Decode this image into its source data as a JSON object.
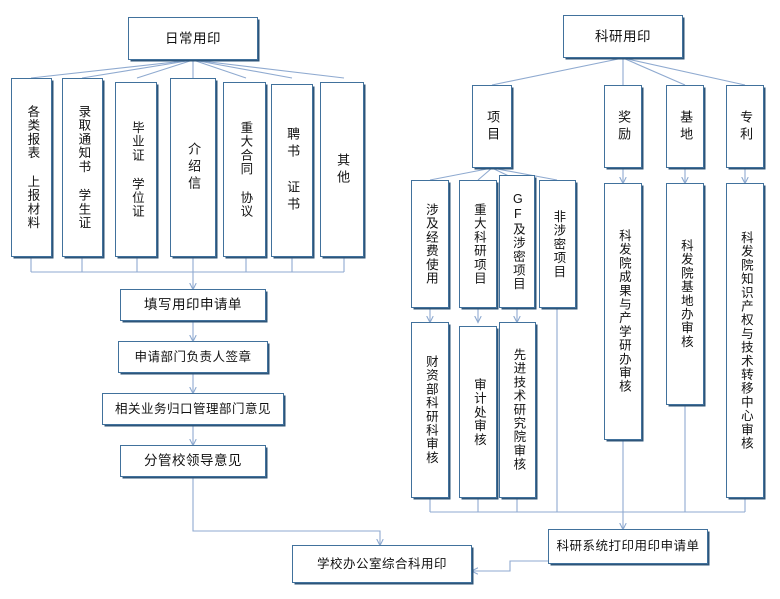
{
  "diagram": {
    "title_left": "日常用印",
    "title_right": "科研用印",
    "accent_color": "#41719c",
    "shadow_color": "#2e5579",
    "line_color": "#8faad0",
    "background": "#ffffff"
  },
  "left_branch": {
    "root": "日常用印",
    "categories": [
      "各类报表  上报材料",
      "录取通知书  学生证",
      "毕业证  学位证",
      "介绍信",
      "重大合同  协议",
      "聘书  证书",
      "其他"
    ],
    "steps": [
      "填写用印申请单",
      "申请部门负责人签章",
      "相关业务归口管理部门意见",
      "分管校领导意见"
    ]
  },
  "right_branch": {
    "root": "科研用印",
    "categories": [
      "项目",
      "奖励",
      "基地",
      "专利"
    ],
    "project_subtypes": [
      "涉及经费使用",
      "重大科研项目",
      "GF及涉密项目",
      "非涉密项目"
    ],
    "reviews": [
      "财资部科研科审核",
      "审计处审核",
      "先进技术研究院审核",
      "科发院成果与产学研办审核",
      "科发院基地办审核",
      "科发院知识产权与技术转移中心审核"
    ],
    "print_request": "科研系统打印用印申请单"
  },
  "final": {
    "label": "学校办公室综合科用印"
  }
}
